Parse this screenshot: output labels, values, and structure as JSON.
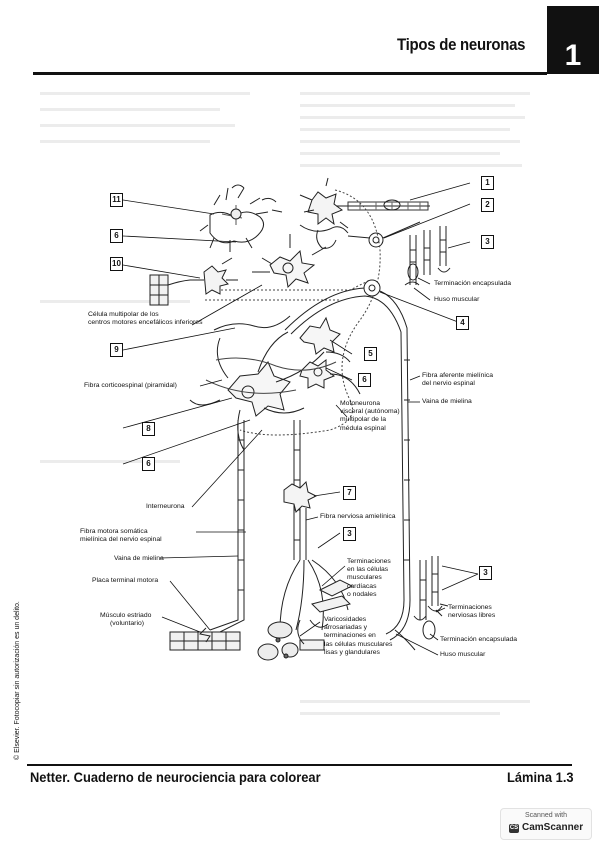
{
  "header": {
    "title": "Tipos de neuronas",
    "chapter": "1"
  },
  "footer": {
    "book": "Netter. Cuaderno de neurociencia para colorear",
    "plate": "Lámina 1.3"
  },
  "side_note": "© Elsevier. Fotocopiar sin autorización es un delito.",
  "scanner": {
    "label": "Scanned with",
    "brand": "CamScanner"
  },
  "figure": {
    "callouts": {
      "c1": "1",
      "c2": "2",
      "c3a": "3",
      "c11": "11",
      "c6a": "6",
      "c10": "10",
      "c4": "4",
      "c9": "9",
      "c5": "5",
      "c6b": "6",
      "c8": "8",
      "c6c": "6",
      "c7": "7",
      "c3b": "3",
      "c3c": "3"
    },
    "labels": {
      "terminacion_encapsulada_top": "Terminación encapsulada",
      "huso_muscular_top": "Huso muscular",
      "celula_multipolar": [
        "Célula multipolar de los",
        "centros motores encefálicos inferiores"
      ],
      "fibra_aferente": [
        "Fibra aferente mielínica",
        "del nervio espinal"
      ],
      "vaina_mielina_right": "Vaina de mielina",
      "fibra_corticoespinal": "Fibra corticoespinal (piramidal)",
      "motoneurona_visceral": [
        "Motoneurona",
        "visceral (autónoma)",
        "multipolar de la",
        "médula espinal"
      ],
      "interneurona": "Interneurona",
      "fibra_nerviosa_amielinica": "Fibra nerviosa amielínica",
      "fibra_motora_somatica": [
        "Fibra motora somática",
        "mielínica del nervio espinal"
      ],
      "vaina_mielina_left": "Vaina de mielina",
      "placa_terminal": "Placa terminal motora",
      "musculo_estriado": [
        "Músculo estriado",
        "(voluntario)"
      ],
      "terminaciones_cardiacas": [
        "Terminaciones",
        "en las células",
        "musculares",
        "cardíacas",
        "o nodales"
      ],
      "varicosidades": [
        "Varicosidades",
        "arrosariadas y",
        "terminaciones en",
        "las células musculares",
        "lisas y glandulares"
      ],
      "terminaciones_libres": [
        "Terminaciones",
        "nerviosas libres"
      ],
      "terminacion_encapsulada_bottom": "Terminación encapsulada",
      "huso_muscular_bottom": "Huso muscular"
    }
  }
}
